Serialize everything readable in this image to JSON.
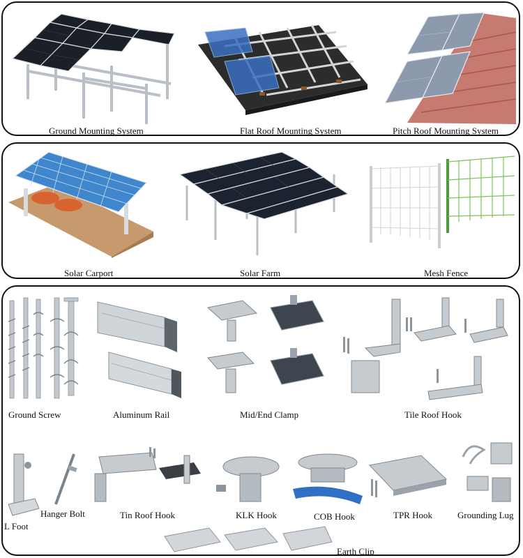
{
  "systems": [
    {
      "label": "Ground Mounting System"
    },
    {
      "label": "Flat Roof Mounting System"
    },
    {
      "label": "Pitch Roof Mounting System"
    }
  ],
  "applications": [
    {
      "label": "Solar Carport"
    },
    {
      "label": "Solar Farm"
    },
    {
      "label": "Mesh Fence"
    }
  ],
  "components": [
    {
      "label": "Ground Screw"
    },
    {
      "label": "Aluminum Rail"
    },
    {
      "label": "Mid/End Clamp"
    },
    {
      "label": "Tile Roof Hook"
    },
    {
      "label": "L Foot"
    },
    {
      "label": "Hanger Bolt"
    },
    {
      "label": "Tin Roof Hook"
    },
    {
      "label": "KLK Hook"
    },
    {
      "label": "COB Hook"
    },
    {
      "label": "TPR Hook"
    },
    {
      "label": "Grounding Lug"
    },
    {
      "label": "Earth Clip"
    }
  ],
  "colors": {
    "panel_dark": "#1c2330",
    "panel_blue": "#3f86cc",
    "roof_tile": "#c97a6e",
    "aluminum": "#c9ced3",
    "mesh_green": "#7fc25a",
    "ground_tan": "#c79a6e"
  }
}
